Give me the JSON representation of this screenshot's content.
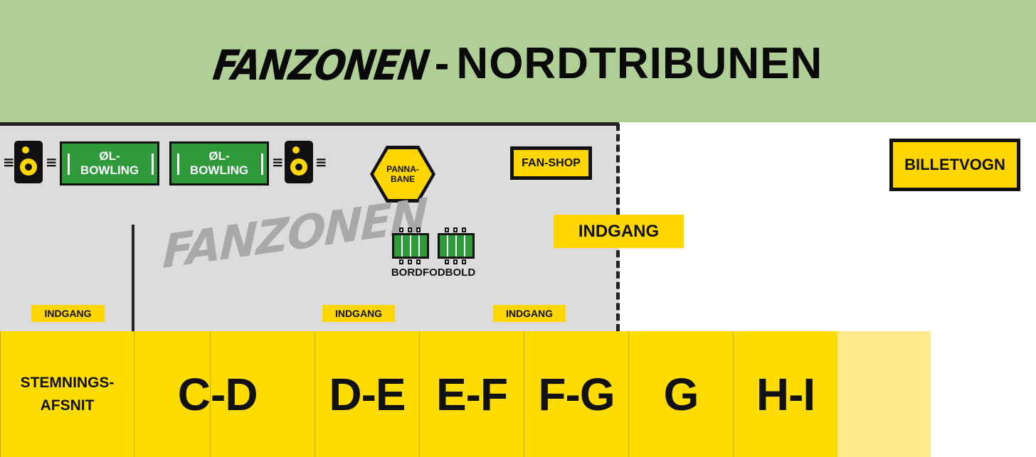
{
  "header": {
    "title_brush": "FANZONEN",
    "title_separator": "-",
    "title_main": "NORDTRIBUNEN"
  },
  "fanzone": {
    "attractions": {
      "beer_bowling_left": "ØL-\nBOWLING",
      "beer_bowling_right": "ØL-\nBOWLING",
      "panna": "PANNA-\nBANE",
      "fan_shop": "FAN-SHOP",
      "table_football": "BORDFODBOLD"
    },
    "watermark": "FANZONEN",
    "entrances": {
      "left": "INDGANG",
      "middle": "INDGANG",
      "right": "INDGANG"
    }
  },
  "outside": {
    "ticket_wagon": "BILLETVOGN",
    "main_entrance": "INDGANG"
  },
  "sections": {
    "stemnings": "STEMNINGS-\nAFSNIT",
    "c_d_1": "C",
    "c_d_2": "-D",
    "d_e": "D-E",
    "e_f": "E-F",
    "f_g": "F-G",
    "g": "G",
    "h_i": "H-I"
  },
  "colors": {
    "header_green": "#b0cf96",
    "zone_gray": "#dcdcdc",
    "accent_yellow": "#ffdc00",
    "grass_green": "#2f9a3c"
  },
  "icons": [
    "speaker-icon",
    "speaker-icon",
    "foosball-table-icon",
    "foosball-table-icon"
  ]
}
